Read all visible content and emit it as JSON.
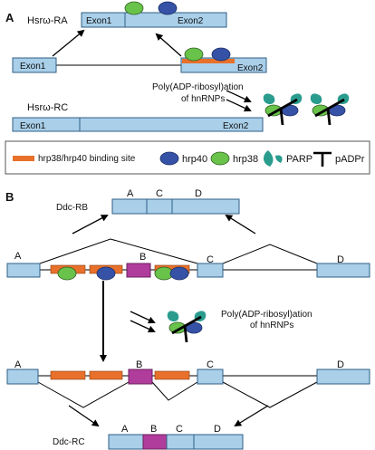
{
  "colors": {
    "exon": "#a9cfe9",
    "exon_stroke": "#2f5f86",
    "binding_site": "#e8702a",
    "hrp40": "#3552a6",
    "hrp38": "#69c24a",
    "parp": "#2a9c8e",
    "ddc_exon_B": "#b03c9c",
    "line": "#000000"
  },
  "panel_a": {
    "label": "A",
    "hsr_ra": {
      "name": "Hsrω-RA",
      "exon1": "Exon1",
      "exon2": "Exon2"
    },
    "genomic": {
      "exon1": "Exon1",
      "exon2": "Exon2"
    },
    "hsr_rc": {
      "name": "Hsrω-RC",
      "exon1": "Exon1",
      "exon2": "Exon2"
    },
    "parylation_line1": "Poly(ADP-ribosyl)ation",
    "parylation_line2": "of hnRNPs"
  },
  "legend": {
    "binding_site": "hrp38/hrp40 binding site",
    "hrp40": "hrp40",
    "hrp38": "hrp38",
    "parp": "PARP",
    "padpr": "pADPr"
  },
  "panel_b": {
    "label": "B",
    "ddc_rb": {
      "name": "Ddc-RB",
      "exons": [
        "A",
        "C",
        "D"
      ]
    },
    "genomic_top": {
      "exon_a": "A",
      "exon_b": "B",
      "exon_c": "C",
      "exon_d": "D"
    },
    "parylation_line1": "Poly(ADP-ribosyl)ation",
    "parylation_line2": "of hnRNPs",
    "genomic_bottom": {
      "exon_a": "A",
      "exon_b": "B",
      "exon_c": "C",
      "exon_d": "D"
    },
    "ddc_rc": {
      "name": "Ddc-RC",
      "exons": [
        "A",
        "B",
        "C",
        "D"
      ]
    }
  }
}
